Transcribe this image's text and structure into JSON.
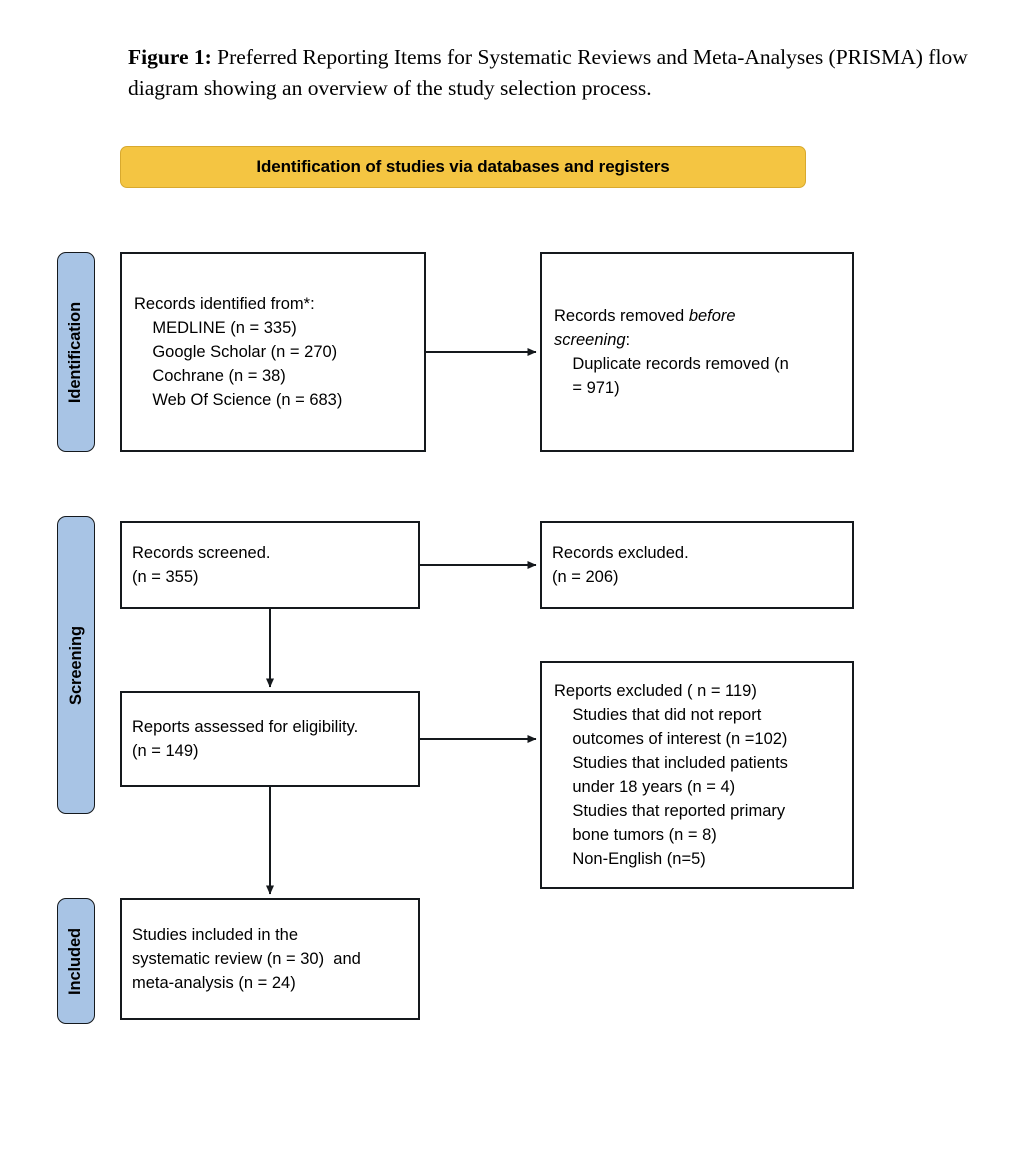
{
  "caption": {
    "label": "Figure 1:",
    "text": " Preferred Reporting Items for Systematic Reviews and Meta-Analyses (PRISMA) flow diagram showing an overview of the study selection process."
  },
  "banner": {
    "title": "Identification of studies via databases and registers",
    "fill_color": "#F4C542",
    "border_color": "#D8A92E"
  },
  "stages": {
    "fill_color": "#A8C4E5",
    "border_color": "#15191D",
    "identification": "Identification",
    "screening": "Screening",
    "included": "Included"
  },
  "boxes": {
    "identified": {
      "heading": "Records identified from*:",
      "items": [
        "MEDLINE (n = 335)",
        "Google Scholar (n = 270)",
        "Cochrane (n = 38)",
        "Web Of Science (n = 683)"
      ],
      "text": "Records identified from*:\n    MEDLINE (n = 335)\n    Google Scholar (n = 270)\n    Cochrane (n = 38)\n    Web Of Science (n = 683)"
    },
    "removed": {
      "heading_plain_1": "Records removed ",
      "heading_italic": "before screening",
      "heading_plain_2": ":",
      "items": [
        "Duplicate records removed (n = 971)"
      ],
      "text_line1": "Records removed ",
      "text_line2": "screening",
      "text_line3": ":",
      "text_body": "\n    Duplicate records removed (n\n    = 971)"
    },
    "screened": {
      "text": "Records screened.\n(n = 355)",
      "count": 355
    },
    "excluded": {
      "text": "Records excluded.\n(n = 206)",
      "count": 206
    },
    "assessed": {
      "text": "Reports assessed for eligibility.\n(n = 149)",
      "count": 149
    },
    "reports_excluded": {
      "heading": "Reports excluded ( n = 119)",
      "items": [
        "Studies that did not report outcomes of interest (n =102)",
        "Studies that included patients under 18 years (n = 4)",
        "Studies that reported primary bone tumors (n = 8)",
        "Non-English (n=5)"
      ],
      "text": "Reports excluded ( n = 119)\n    Studies that did not report\n    outcomes of interest (n =102)\n    Studies that included patients\n    under 18 years (n = 4)\n    Studies that reported primary\n    bone tumors (n = 8)\n    Non-English (n=5)"
    },
    "included": {
      "text": "Studies included in the\nsystematic review (n = 30)  and\nmeta-analysis (n = 24)",
      "systematic_review_count": 30,
      "meta_analysis_count": 24
    }
  },
  "connectors": {
    "stroke_color": "#15191D",
    "arrows": [
      {
        "name": "identified-to-removed",
        "type": "horizontal"
      },
      {
        "name": "screened-to-excluded",
        "type": "horizontal"
      },
      {
        "name": "screened-to-assessed",
        "type": "vertical"
      },
      {
        "name": "assessed-to-reports-excluded",
        "type": "horizontal"
      },
      {
        "name": "assessed-to-included",
        "type": "vertical"
      }
    ]
  }
}
